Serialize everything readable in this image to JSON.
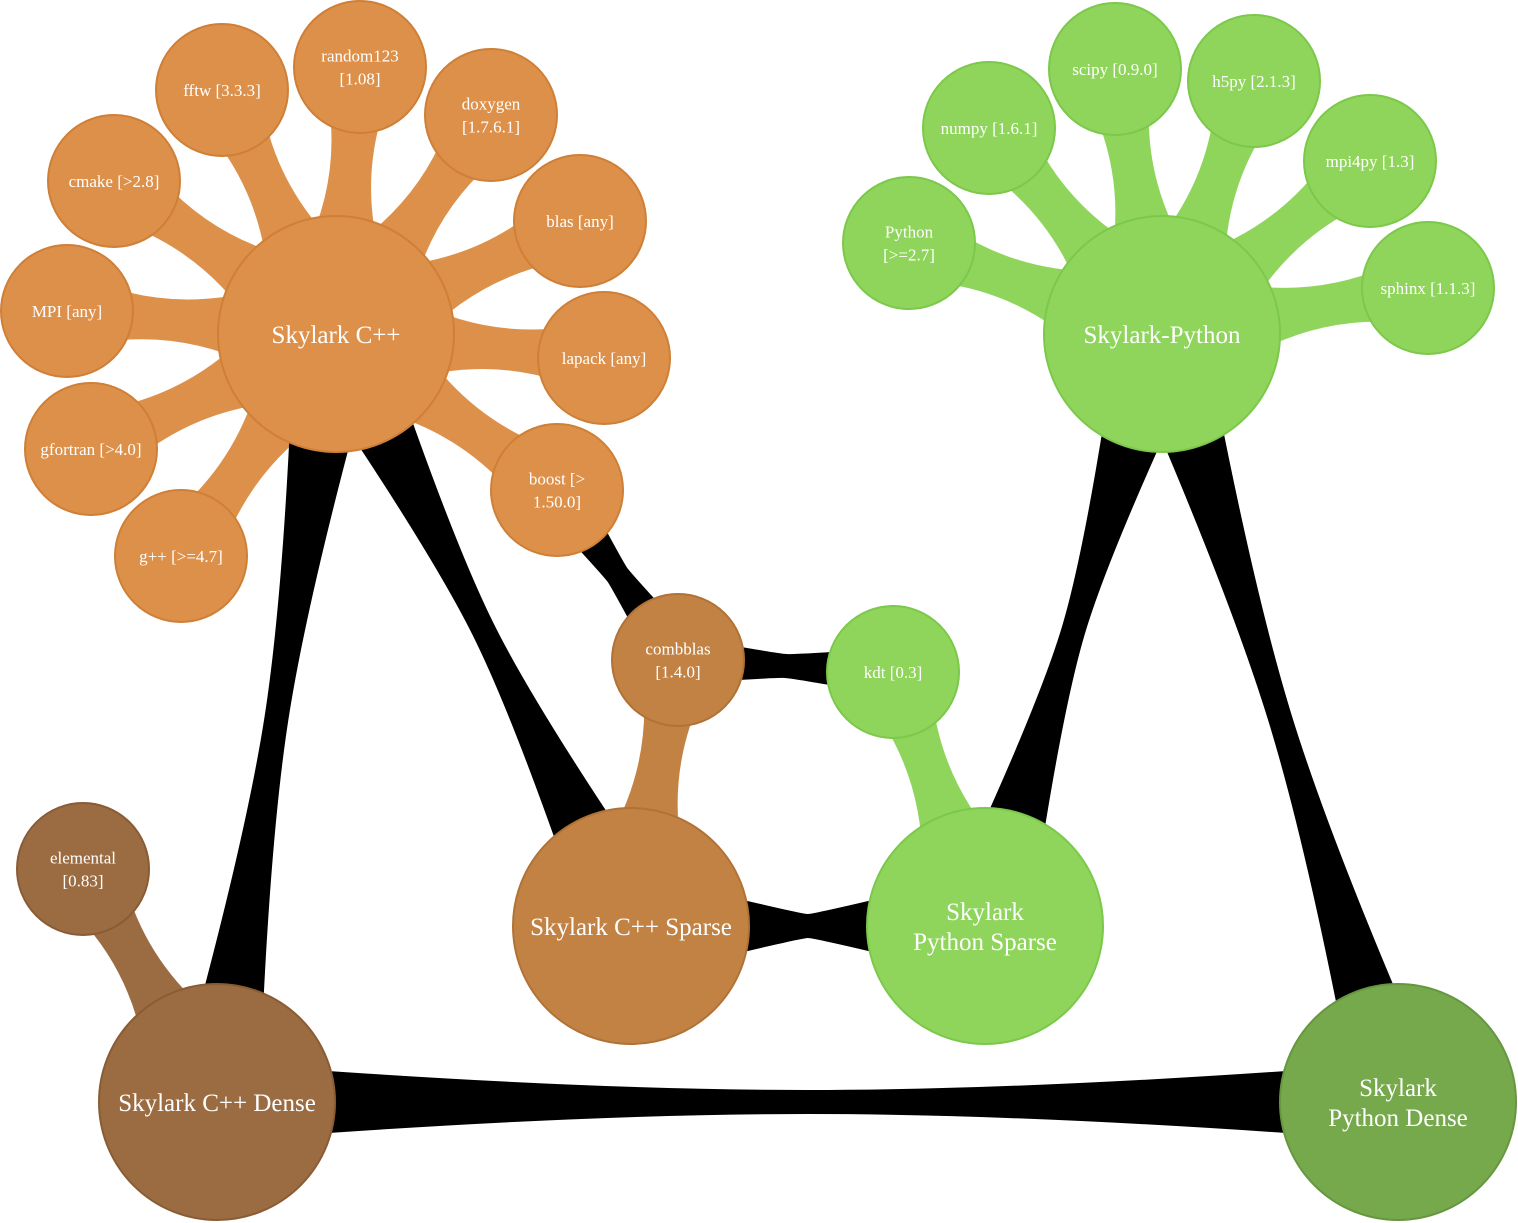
{
  "colors": {
    "orange": "#dd904a",
    "orange_stroke": "#cf7f36",
    "light_brown": "#c28244",
    "light_brown_stroke": "#b07236",
    "dark_brown": "#9b6c42",
    "dark_brown_stroke": "#8a5c35",
    "green": "#8fd55c",
    "green_stroke": "#7cc84a",
    "dark_green": "#76a84c",
    "dark_green_stroke": "#66963f",
    "connector": "#000000"
  },
  "nodes": {
    "skylark_cpp": [
      "Skylark C++"
    ],
    "random123": [
      "random123",
      "[1.08]"
    ],
    "fftw": [
      "fftw [3.3.3]"
    ],
    "doxygen": [
      "doxygen",
      "[1.7.6.1]"
    ],
    "cmake": [
      "cmake [>2.8]"
    ],
    "blas": [
      "blas [any]"
    ],
    "mpi": [
      "MPI [any]"
    ],
    "lapack": [
      "lapack [any]"
    ],
    "gfortran": [
      "gfortran [>4.0]"
    ],
    "boost": [
      "boost [>",
      "1.50.0]"
    ],
    "gpp": [
      "g++ [>=4.7]"
    ],
    "combblas": [
      "combblas",
      "[1.4.0]"
    ],
    "kdt": [
      "kdt [0.3]"
    ],
    "skylark_cpp_sparse": [
      "Skylark C++ Sparse"
    ],
    "elemental": [
      "elemental",
      "[0.83]"
    ],
    "skylark_cpp_dense": [
      "Skylark C++ Dense"
    ],
    "skylark_python": [
      "Skylark-Python"
    ],
    "python": [
      "Python",
      "[>=2.7]"
    ],
    "numpy": [
      "numpy [1.6.1]"
    ],
    "scipy": [
      "scipy [0.9.0]"
    ],
    "h5py": [
      "h5py [2.1.3]"
    ],
    "mpi4py": [
      "mpi4py [1.3]"
    ],
    "sphinx": [
      "sphinx [1.1.3]"
    ],
    "skylark_python_sparse": [
      "Skylark",
      "Python Sparse"
    ],
    "skylark_python_dense": [
      "Skylark",
      "Python Dense"
    ]
  }
}
